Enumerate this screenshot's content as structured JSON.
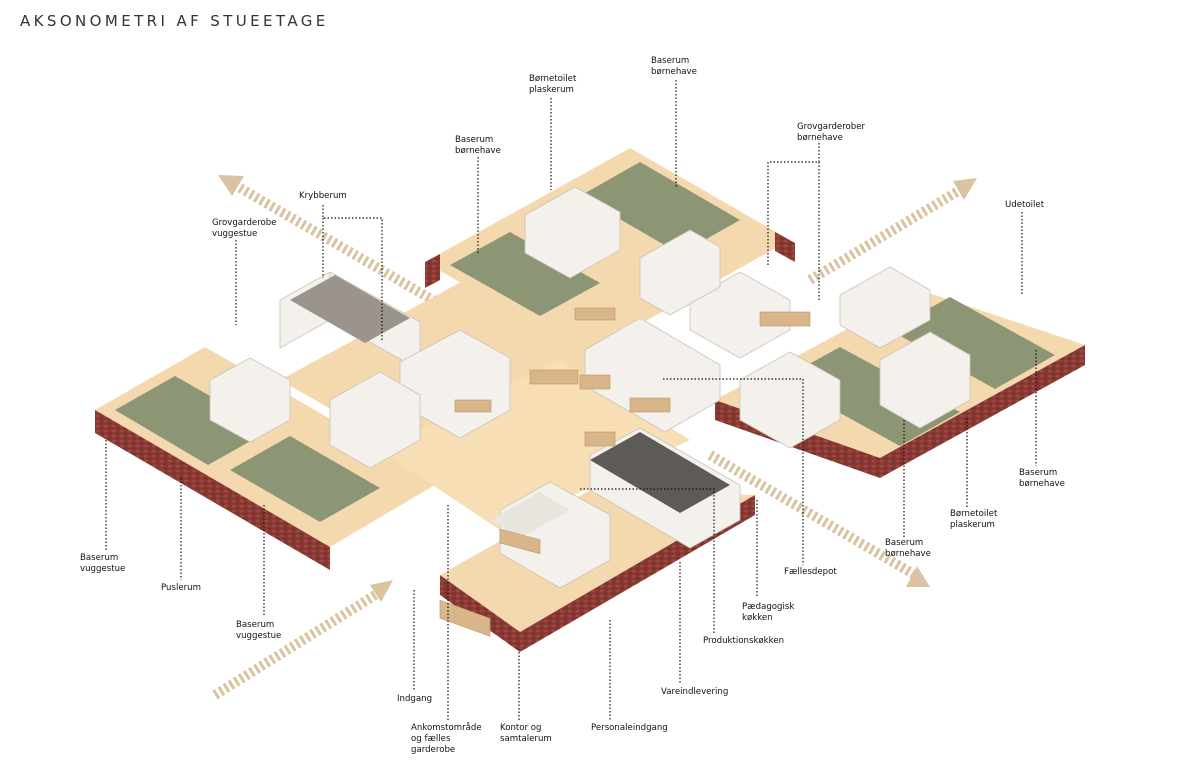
{
  "title": "AKSONOMETRI AF STUEETAGE",
  "colors": {
    "brick": "#8a3a34",
    "brick_dark": "#5a2422",
    "floor": "#f5d9ae",
    "green": "#8c9574",
    "wall": "#f4f1ec",
    "wall_shade": "#d8d4cd",
    "wood": "#d9b58a",
    "arrow": "#d9c3a0",
    "dark": "#3a3a36"
  },
  "labels": {
    "babyrum": "Børnetoilet\nplaskerum",
    "baserum_top": "Baserum\nbørnehave",
    "baserum_mid": "Baserum\nbørnehave",
    "grovgarderober": "Grovgarderober\nbørnehave",
    "krybberum": "Krybberum",
    "grov_vuggestue": "Grovgarderobe\nvuggestue",
    "udetoilet": "Udetoilet",
    "baserum_right": "Baserum\nbørnehave",
    "bornetoilet_right": "Børnetoilet\nplaskerum",
    "baserum_br": "Baserum\nbørnehave",
    "faellesdepot": "Fællesdepot",
    "paedagogisk": "Pædagogisk\nkøkken",
    "produktion": "Produktionskøkken",
    "vareindlevering": "Vareindlevering",
    "personaleindgang": "Personaleindgang",
    "kontor": "Kontor og\nsamtalerum",
    "ankomst": "Ankomstområde\nog fælles\ngarderobe",
    "indgang": "Indgang",
    "baserum_vugge_a": "Baserum\nvuggestue",
    "puslerum": "Puslerum",
    "baserum_vugge_b": "Baserum\nvuggestue"
  }
}
